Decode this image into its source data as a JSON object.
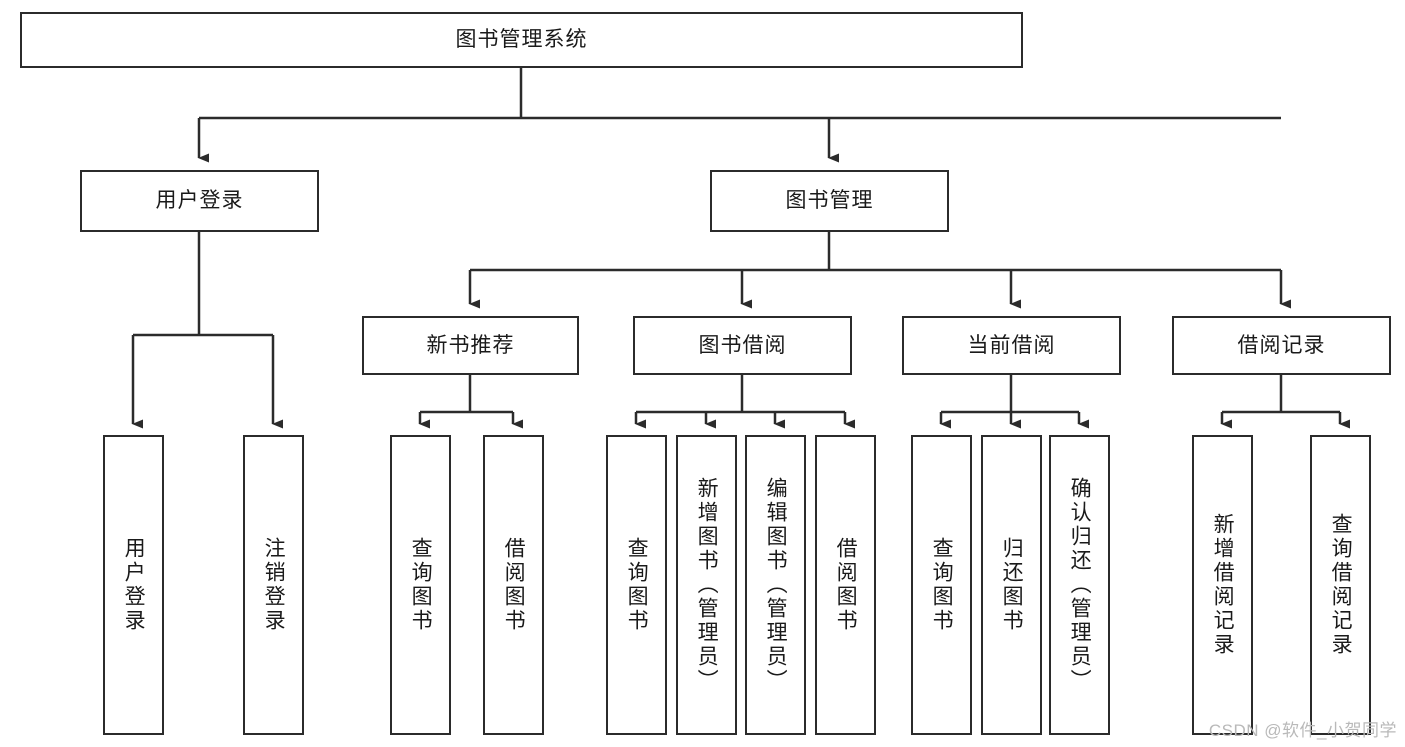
{
  "diagram": {
    "type": "tree",
    "title_node": {
      "label": "图书管理系统"
    },
    "level2": [
      {
        "id": "user-login",
        "label": "用户登录"
      },
      {
        "id": "book-management",
        "label": "图书管理"
      }
    ],
    "level3": [
      {
        "id": "new-book-recommend",
        "label": "新书推荐"
      },
      {
        "id": "book-borrow",
        "label": "图书借阅"
      },
      {
        "id": "current-borrow",
        "label": "当前借阅"
      },
      {
        "id": "borrow-record",
        "label": "借阅记录"
      }
    ],
    "leaves": {
      "user_login": [
        {
          "id": "leaf-user-login",
          "label": "用户登录"
        },
        {
          "id": "leaf-logout-login",
          "label": "注销登录"
        }
      ],
      "new_book_recommend": [
        {
          "id": "leaf-query-book-1",
          "label": "查询图书"
        },
        {
          "id": "leaf-borrow-book-1",
          "label": "借阅图书"
        }
      ],
      "book_borrow": [
        {
          "id": "leaf-query-book-2",
          "label": "查询图书"
        },
        {
          "id": "leaf-add-book",
          "label": "新增图书（管理员）"
        },
        {
          "id": "leaf-edit-book",
          "label": "编辑图书（管理员）"
        },
        {
          "id": "leaf-borrow-book-2",
          "label": "借阅图书"
        }
      ],
      "current_borrow": [
        {
          "id": "leaf-query-book-3",
          "label": "查询图书"
        },
        {
          "id": "leaf-return-book",
          "label": "归还图书"
        },
        {
          "id": "leaf-confirm-return",
          "label": "确认归还（管理员）"
        }
      ],
      "borrow_record": [
        {
          "id": "leaf-add-record",
          "label": "新增借阅记录"
        },
        {
          "id": "leaf-query-record",
          "label": "查询借阅记录"
        }
      ]
    }
  },
  "watermark": {
    "text": "CSDN @软件_小贺同学"
  },
  "colors": {
    "stroke": "#2b2b2b",
    "box_fill": "#ffffff",
    "text": "#1a1a1a",
    "watermark": "#b9b9b9"
  }
}
